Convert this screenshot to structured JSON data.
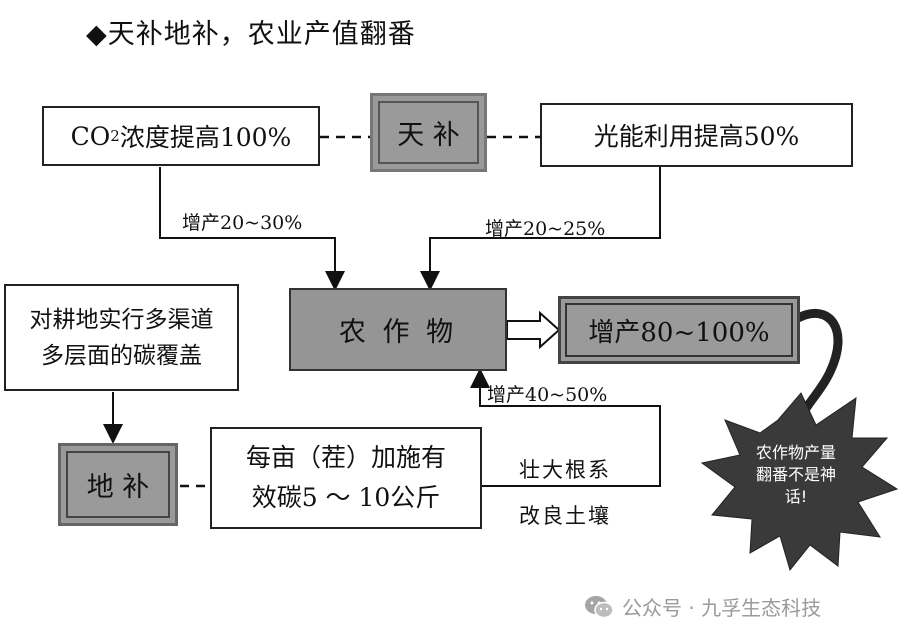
{
  "title": "◆天补地补，农业产值翻番",
  "nodes": {
    "co2": {
      "pre": "CO",
      "sub": "2",
      "post": "浓度提高100%"
    },
    "tianbu": "天 补",
    "light": "光能利用提高50%",
    "crop": "农 作 物",
    "result": "增产80~100%",
    "cover": [
      "对耕地实行多渠道",
      "多层面的碳覆盖"
    ],
    "dibu": "地 补",
    "carbon": [
      "每亩（茬）加施有",
      "效碳5 ～ 10公斤"
    ]
  },
  "edge_labels": {
    "left_increase": "增产20~30%",
    "right_increase": "增产20~25%",
    "bottom_increase": "增产40~50%",
    "roots": "壮大根系",
    "soil": "改良土壤"
  },
  "callout": "农作物产量翻番不是神话!",
  "footer": {
    "icon": "wechat-icon",
    "text": "公众号 · 九孚生态科技"
  }
}
